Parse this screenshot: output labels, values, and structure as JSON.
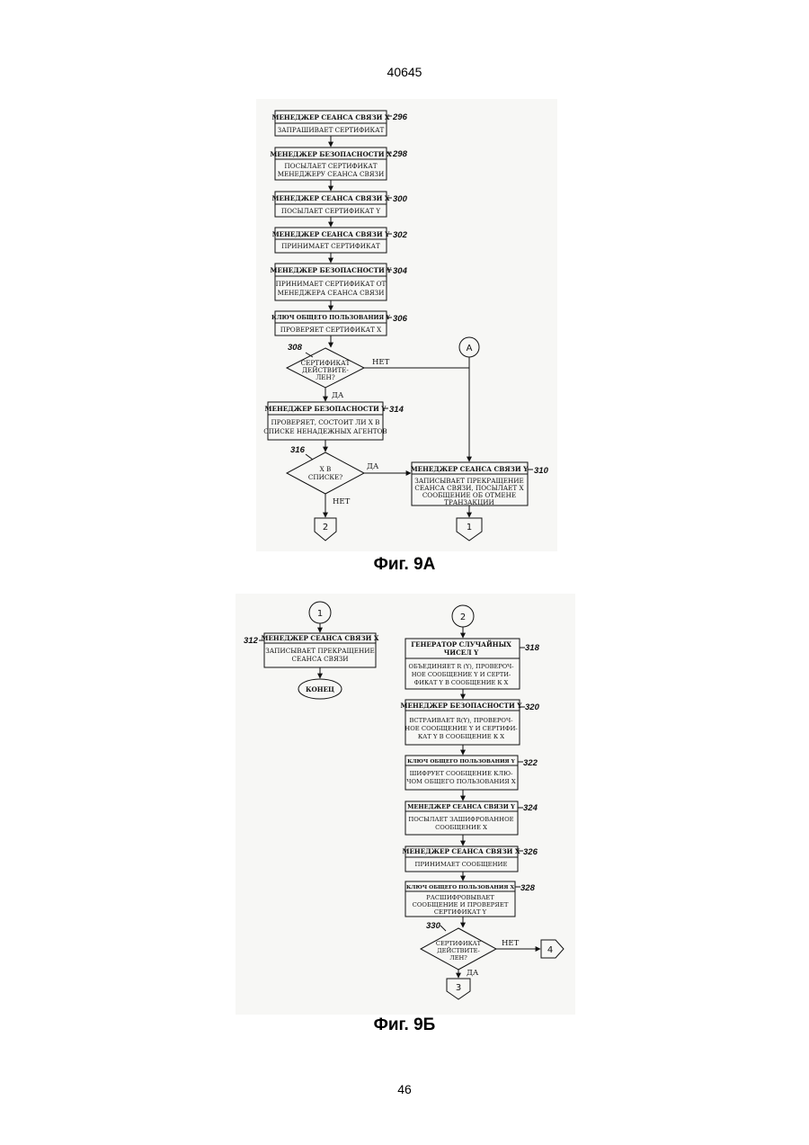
{
  "header": {
    "doc_number": "40645",
    "page_number": "46"
  },
  "fig9a": {
    "caption": "Фиг. 9А",
    "b296": {
      "t1": "МЕНЕДЖЕР СЕАНСА СВЯЗИ Х",
      "t2": "ЗАПРАШИВАЕТ СЕРТИФИКАТ",
      "ref": "296"
    },
    "b298": {
      "t1": "МЕНЕДЖЕР БЕЗОПАСНОСТИ Х",
      "t2a": "ПОСЫЛАЕТ СЕРТИФИКАТ",
      "t2b": "МЕНЕДЖЕРУ СЕАНСА СВЯЗИ",
      "ref": "298"
    },
    "b300": {
      "t1": "МЕНЕДЖЕР СЕАНСА СВЯЗИ Х",
      "t2": "ПОСЫЛАЕТ СЕРТИФИКАТ Y",
      "ref": "300"
    },
    "b302": {
      "t1": "МЕНЕДЖЕР СЕАНСА СВЯЗИ Y",
      "t2": "ПРИНИМАЕТ СЕРТИФИКАТ",
      "ref": "302"
    },
    "b304": {
      "t1": "МЕНЕДЖЕР БЕЗОПАСНОСТИ Y",
      "t2a": "ПРИНИМАЕТ СЕРТИФИКАТ ОТ",
      "t2b": "МЕНЕДЖЕРА СЕАНСА СВЯЗИ",
      "ref": "304"
    },
    "b306": {
      "t1": "КЛЮЧ ОБЩЕГО ПОЛЬЗОВАНИЯ Y",
      "t2": "ПРОВЕРЯЕТ СЕРТИФИКАТ Х",
      "ref": "306"
    },
    "d308": {
      "l1": "СЕРТИФИКАТ",
      "l2": "ДЕЙСТВИТЕ-",
      "l3": "ЛЕН?",
      "ref": "308",
      "no": "НЕТ",
      "yes": "ДА"
    },
    "connA": "А",
    "b314": {
      "t1": "МЕНЕДЖЕР БЕЗОПАСНОСТИ Y",
      "t2a": "ПРОВЕРЯЕТ, СОСТОИТ ЛИ Х В",
      "t2b": "СПИСКЕ НЕНАДЕЖНЫХ АГЕНТОВ",
      "ref": "314"
    },
    "d316": {
      "l1": "Х В",
      "l2": "СПИСКЕ?",
      "ref": "316",
      "yes": "ДА",
      "no": "НЕТ"
    },
    "b310": {
      "t1": "МЕНЕДЖЕР СЕАНСА СВЯЗИ Y",
      "t2a": "ЗАПИСЫВАЕТ ПРЕКРАЩЕНИЕ",
      "t2b": "СЕАНСА СВЯЗИ, ПОСЫЛАЕТ Х",
      "t2c": "СООБЩЕНИЕ ОБ ОТМЕНЕ",
      "t2d": "ТРАНЗАКЦИИ",
      "ref": "310"
    },
    "off2": "2",
    "off1": "1"
  },
  "fig9b": {
    "caption": "Фиг. 9Б",
    "conn1": "1",
    "conn2": "2",
    "b312": {
      "t1": "МЕНЕДЖЕР СЕАНСА СВЯЗИ Х",
      "t2a": "ЗАПИСЫВАЕТ ПРЕКРАЩЕНИЕ",
      "t2b": "СЕАНСА СВЯЗИ",
      "ref": "312"
    },
    "end": "КОНЕЦ",
    "b318": {
      "t1a": "ГЕНЕРАТОР СЛУЧАЙНЫХ",
      "t1b": "ЧИСЕЛ Y",
      "t2a": "ОБЪЕДИНЯЕТ R (Y), ПРОВЕРОЧ-",
      "t2b": "НОЕ СООБЩЕНИЕ Y И СЕРТИ-",
      "t2c": "ФИКАТ Y В СООБЩЕНИЕ К Х",
      "ref": "318"
    },
    "b320": {
      "t1": "МЕНЕДЖЕР БЕЗОПАСНОСТИ Y",
      "t2a": "ВСТРАИВАЕТ R(Y), ПРОВЕРОЧ-",
      "t2b": "НОЕ СООБЩЕНИЕ Y И СЕРТИФИ-",
      "t2c": "КАТ Y В СООБЩЕНИЕ К Х",
      "ref": "320"
    },
    "b322": {
      "t1": "КЛЮЧ ОБЩЕГО ПОЛЬЗОВАНИЯ Y",
      "t2a": "ШИФРУЕТ СООБЩЕНИЕ КЛЮ-",
      "t2b": "ЧОМ ОБЩЕГО ПОЛЬЗОВАНИЯ Х",
      "ref": "322"
    },
    "b324": {
      "t1": "МЕНЕДЖЕР СЕАНСА СВЯЗИ Y",
      "t2a": "ПОСЫЛАЕТ ЗАШИФРОВАННОЕ",
      "t2b": "СООБЩЕНИЕ Х",
      "ref": "324"
    },
    "b326": {
      "t1": "МЕНЕДЖЕР СЕАНСА СВЯЗИ Х",
      "t2": "ПРИНИМАЕТ СООБЩЕНИЕ",
      "ref": "326"
    },
    "b328": {
      "t1": "КЛЮЧ ОБЩЕГО ПОЛЬЗОВАНИЯ Х",
      "t2a": "РАСШИФРОВЫВАЕТ",
      "t2b": "СООБЩЕНИЕ И ПРОВЕРЯЕТ",
      "t2c": "СЕРТИФИКАТ Y",
      "ref": "328"
    },
    "d330": {
      "l1": "СЕРТИФИКАТ",
      "l2": "ДЕЙСТВИТЕ-",
      "l3": "ЛЕН?",
      "ref": "330",
      "no": "НЕТ",
      "yes": "ДА"
    },
    "off4": "4",
    "off3": "3"
  }
}
